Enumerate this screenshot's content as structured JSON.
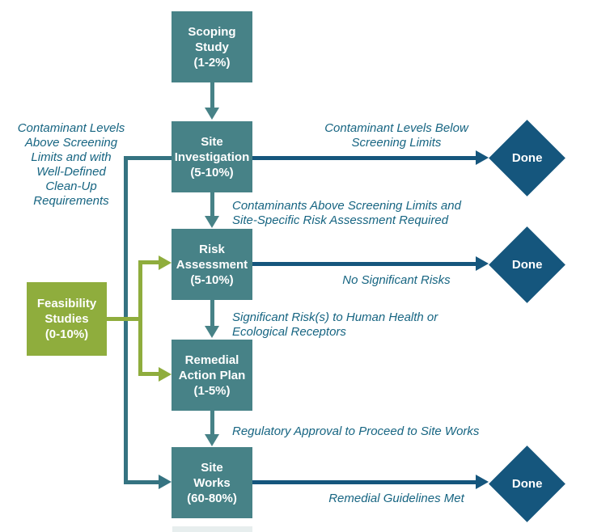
{
  "colors": {
    "teal": "#478287",
    "green": "#8fad3d",
    "dark_blue": "#15567d",
    "branch_teal": "#357381",
    "label_text": "#176582",
    "box_text": "#ffffff"
  },
  "boxes": {
    "scoping_study": {
      "label": "Scoping\nStudy\n(1-2%)"
    },
    "site_investigation": {
      "label": "Site\nInvestigation\n(5-10%)"
    },
    "risk_assessment": {
      "label": "Risk\nAssessment\n(5-10%)"
    },
    "remedial_action_plan": {
      "label": "Remedial\nAction Plan\n(1-5%)"
    },
    "site_works": {
      "label": "Site\nWorks\n(60-80%)"
    },
    "feasibility_studies": {
      "label": "Feasibility\nStudies\n(0-10%)"
    }
  },
  "diamonds": {
    "done_1": "Done",
    "done_2": "Done",
    "done_3": "Done"
  },
  "annotations": {
    "left_block": "Contaminant Levels\nAbove Screening\nLimits and with\nWell-Defined\nClean-Up\nRequirements",
    "below_screening_limits": "Contaminant Levels Below\nScreening Limits",
    "above_screening_limits": "Contaminants Above Screening Limits and\nSite-Specific Risk Assessment Required",
    "no_significant_risks": "No Significant Risks",
    "significant_risks": "Significant Risk(s) to Human Health or\nEcological Receptors",
    "regulatory_approval": "Regulatory Approval to Proceed to Site Works",
    "remedial_guidelines_met": "Remedial Guidelines Met"
  }
}
